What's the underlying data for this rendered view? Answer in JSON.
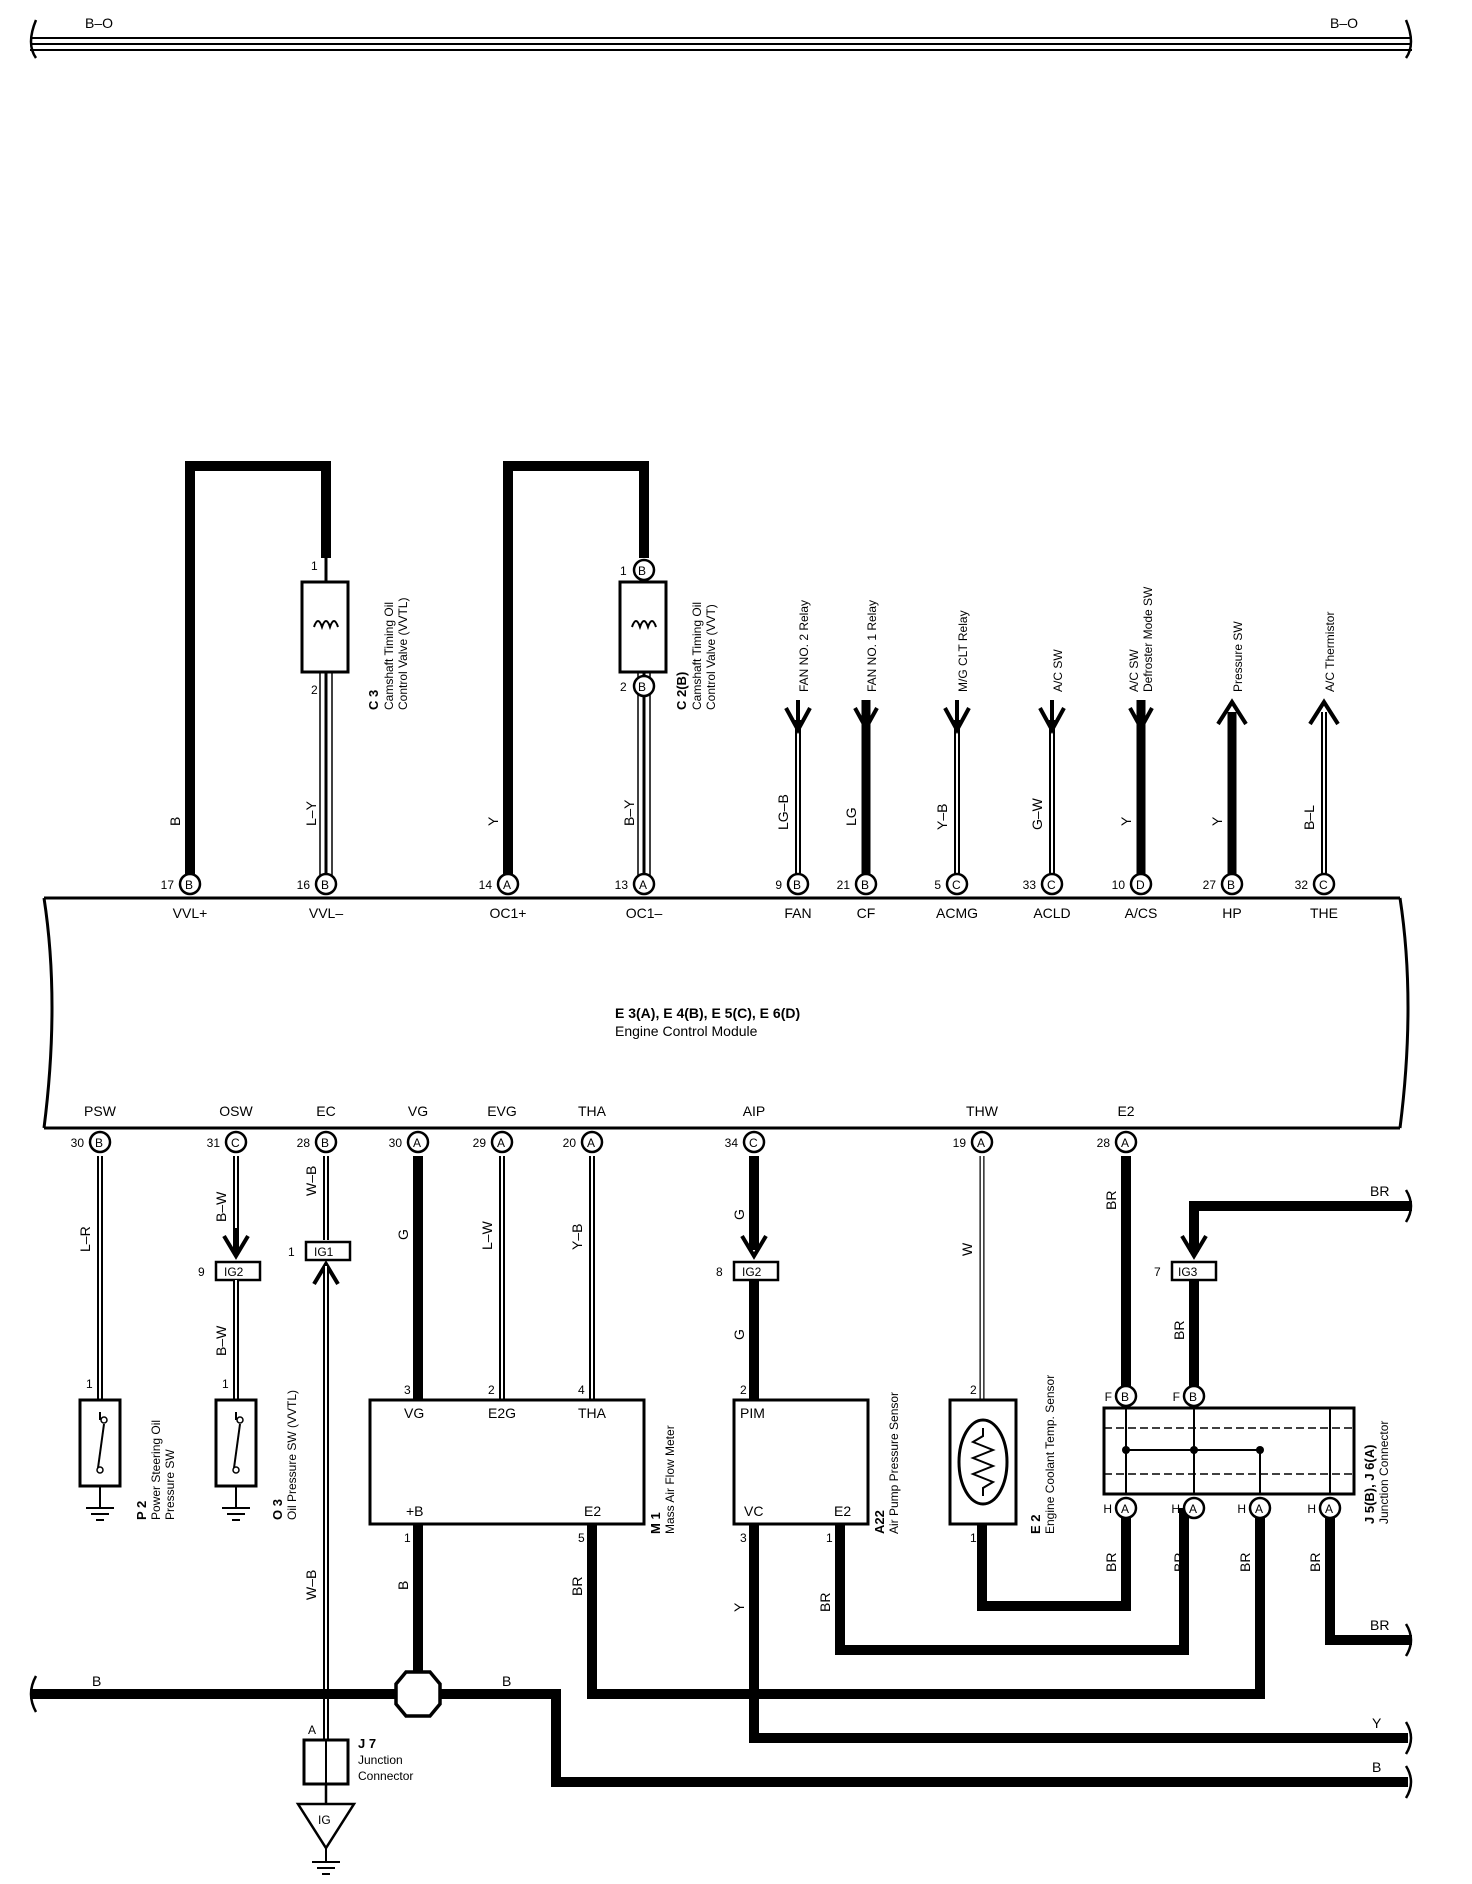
{
  "top_bus": {
    "left": "B–O",
    "right": "B–O"
  },
  "ecm": {
    "code": "E 3(A), E 4(B), E 5(C), E 6(D)",
    "name": "Engine Control Module"
  },
  "top_pins": [
    {
      "num": "17",
      "conn": "B",
      "name": "VVL+",
      "wire": "B"
    },
    {
      "num": "16",
      "conn": "B",
      "name": "VVL–",
      "wire": "L–Y"
    },
    {
      "num": "14",
      "conn": "A",
      "name": "OC1+",
      "wire": "Y"
    },
    {
      "num": "13",
      "conn": "A",
      "name": "OC1–",
      "wire": "B–Y"
    },
    {
      "num": "9",
      "conn": "B",
      "name": "FAN",
      "wire": "LG–B",
      "dest": "FAN NO. 2 Relay"
    },
    {
      "num": "21",
      "conn": "B",
      "name": "CF",
      "wire": "LG",
      "dest": "FAN NO. 1 Relay"
    },
    {
      "num": "5",
      "conn": "C",
      "name": "ACMG",
      "wire": "Y–B",
      "dest": "M/G CLT Relay"
    },
    {
      "num": "33",
      "conn": "C",
      "name": "ACLD",
      "wire": "G–W",
      "dest": "A/C SW"
    },
    {
      "num": "10",
      "conn": "D",
      "name": "A/CS",
      "wire": "Y",
      "dest": "A/C SW",
      "dest2": "Defroster Mode SW"
    },
    {
      "num": "27",
      "conn": "B",
      "name": "HP",
      "wire": "Y",
      "dest": "Pressure SW"
    },
    {
      "num": "32",
      "conn": "C",
      "name": "THE",
      "wire": "B–L",
      "dest": "A/C Thermistor"
    }
  ],
  "bottom_pins": [
    {
      "num": "30",
      "conn": "B",
      "name": "PSW"
    },
    {
      "num": "31",
      "conn": "C",
      "name": "OSW"
    },
    {
      "num": "28",
      "conn": "B",
      "name": "EC"
    },
    {
      "num": "30",
      "conn": "A",
      "name": "VG"
    },
    {
      "num": "29",
      "conn": "A",
      "name": "EVG"
    },
    {
      "num": "20",
      "conn": "A",
      "name": "THA"
    },
    {
      "num": "34",
      "conn": "C",
      "name": "AIP"
    },
    {
      "num": "19",
      "conn": "A",
      "name": "THW"
    },
    {
      "num": "28",
      "conn": "A",
      "name": "E2"
    }
  ],
  "c3": {
    "code": "C 3",
    "name1": "Camshaft Timing Oil",
    "name2": "Control Valve (VVTL)",
    "pin1": "1",
    "pin2": "2"
  },
  "c2": {
    "code": "C 2(B)",
    "name1": "Camshaft Timing Oil",
    "name2": "Control Valve (VVT)",
    "pin1": "1",
    "pin2": "2",
    "conn": "B"
  },
  "p2": {
    "code": "P 2",
    "name1": "Power Steering Oil",
    "name2": "Pressure SW",
    "pin": "1",
    "wire": "L–R"
  },
  "o3": {
    "code": "O 3",
    "name": "Oil Pressure SW (VVTL)",
    "pin": "1",
    "wire_top": "B–W",
    "wire_bot": "B–W",
    "ig_num": "9",
    "ig": "IG2"
  },
  "ec": {
    "wire": "W–B",
    "ig_num": "1",
    "ig": "IG1",
    "wire_bot": "W–B"
  },
  "m1": {
    "code": "M 1",
    "name": "Mass Air Flow Meter",
    "vg": "VG",
    "e2g": "E2G",
    "tha": "THA",
    "pb": "+B",
    "e2": "E2",
    "p_vg": "3",
    "p_e2g": "2",
    "p_tha": "4",
    "p_pb": "1",
    "p_e2": "5",
    "w_vg": "G",
    "w_evg": "L–W",
    "w_tha": "Y–B",
    "w_pb": "B",
    "w_e2": "BR"
  },
  "a22": {
    "code": "A22",
    "name": "Air Pump Pressure Sensor",
    "pim": "PIM",
    "vc": "VC",
    "e2": "E2",
    "p_pim": "2",
    "p_vc": "3",
    "p_e2": "1",
    "w_top": "G",
    "ig_num": "8",
    "ig": "IG2",
    "w_mid": "G",
    "w_vc": "Y",
    "w_e2": "BR"
  },
  "e2s": {
    "code": "E 2",
    "name": "Engine Coolant Temp.  Sensor",
    "p1": "2",
    "p2": "1",
    "wire": "W"
  },
  "jc": {
    "code": "J 5(B), J 6(A)",
    "name": "Junction Connector",
    "f": "F",
    "b": "B",
    "h": "H",
    "a": "A",
    "w_e2": "BR",
    "w_in": "BR",
    "ig_num": "7",
    "ig": "IG3",
    "w_ig": "BR",
    "w_h1": "BR",
    "w_h2": "BR",
    "w_h3": "BR",
    "w_h4": "BR",
    "w_out": "BR",
    "w_out2": "BR"
  },
  "j7": {
    "code": "J 7",
    "name1": "Junction",
    "name2": "Connector",
    "pin": "A",
    "ground": "IG"
  },
  "bottom_bus": {
    "b_left": "B",
    "b_right": "B",
    "y": "Y",
    "b_bot": "B"
  }
}
